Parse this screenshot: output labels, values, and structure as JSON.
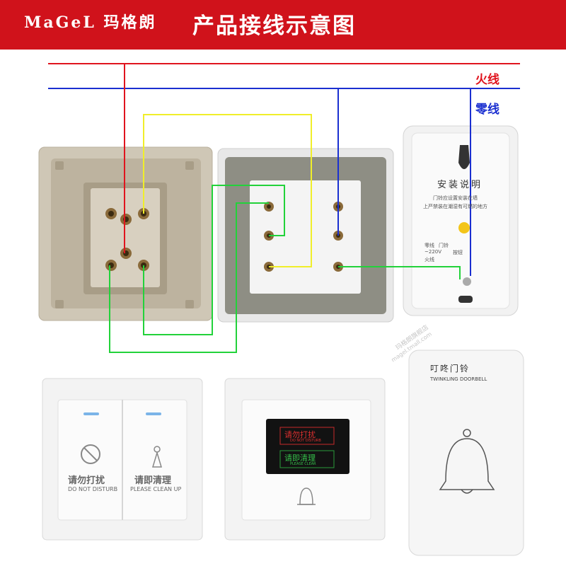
{
  "header": {
    "brand": "MaGeL 玛格朗",
    "title": "产品接线示意图",
    "color": "#d0121b"
  },
  "wires": {
    "live_label": "火线",
    "neutral_label": "零线",
    "live_color": "#e0141e",
    "neutral_color": "#1a2fd0",
    "signal_color_yellow": "#f0ee2a",
    "signal_color_green": "#22d23a"
  },
  "receiver_back": {
    "install_title": "安装说明",
    "note_line1": "门铃应设置安装在墙",
    "note_line2": "上严禁装在潮湿有可燃的地方",
    "label_neutral": "零线",
    "label_doorbell": "门铃",
    "label_voltage": "~220V",
    "label_button": "按钮",
    "label_live": "火线"
  },
  "switch_double": {
    "left_label": "请勿打扰",
    "left_sub": "DO NOT DISTURB",
    "right_label": "请即清理",
    "right_sub": "PLEASE CLEAN UP"
  },
  "display_panel": {
    "dnd": "请勿打扰",
    "dnd_sub": "DO NOT DISTURB",
    "clean": "请即清理",
    "clean_sub": "PLEASE CLEAR"
  },
  "doorbell": {
    "title": "叮咚门铃",
    "subtitle": "TWINKLING DOORBELL"
  },
  "watermark": {
    "text": "玛格朗旗舰店",
    "url": "magel.tmall.com"
  }
}
